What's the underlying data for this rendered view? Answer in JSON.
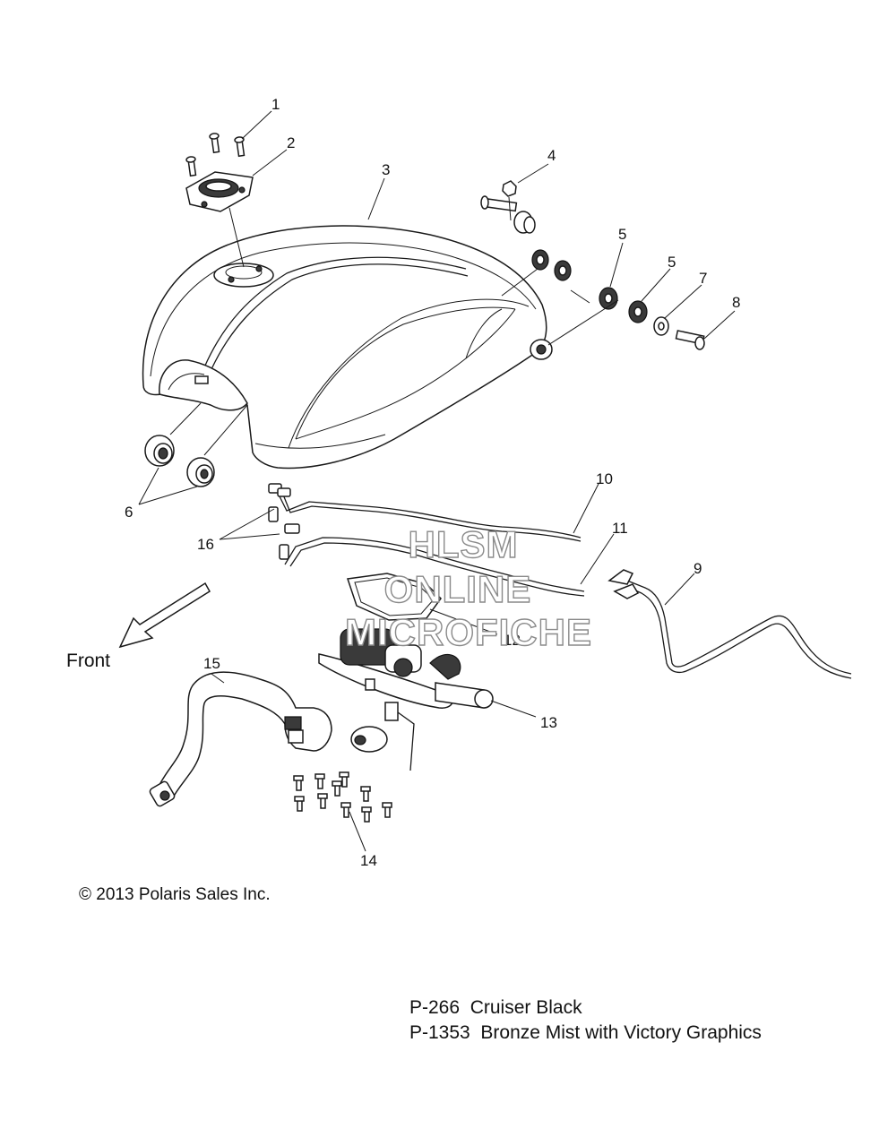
{
  "callouts": [
    "1",
    "2",
    "3",
    "4",
    "5",
    "5",
    "6",
    "7",
    "8",
    "9",
    "10",
    "11",
    "12",
    "13",
    "14",
    "15",
    "16"
  ],
  "front_label": "Front",
  "watermark": [
    "HLSM",
    "ONLINE",
    "MICROFICHE"
  ],
  "copyright": "© 2013 Polaris Sales Inc.",
  "paint_codes": [
    {
      "code": "P-266",
      "description": "Cruiser Black"
    },
    {
      "code": "P-1353",
      "description": "Bronze Mist with Victory Graphics"
    }
  ]
}
